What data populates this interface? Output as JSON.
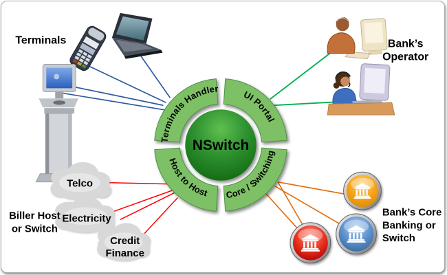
{
  "diagram": {
    "center_label": "NSwitch",
    "segments": [
      {
        "label": "Terminals Handler"
      },
      {
        "label": "UI Portal"
      },
      {
        "label": "Host to Host"
      },
      {
        "label": "Core / Switching"
      }
    ],
    "groups": {
      "terminals": {
        "label": "Terminals",
        "devices": [
          "laptop",
          "pos-terminal",
          "kiosk"
        ]
      },
      "operators": {
        "label_lines": [
          "Bank’s",
          "Operator"
        ],
        "figures": [
          "bank-operator-man",
          "bank-operator-woman"
        ]
      },
      "billers": {
        "label_lines": [
          "Biller Host",
          "or Switch"
        ],
        "clouds": [
          {
            "lines": [
              "Telco"
            ]
          },
          {
            "lines": [
              "Electricity"
            ]
          },
          {
            "lines": [
              "Credit",
              "Finance"
            ]
          }
        ]
      },
      "core_banking": {
        "label_lines": [
          "Bank’s Core",
          "Banking or",
          "Switch"
        ],
        "bank_nodes": [
          "orange",
          "blue",
          "red"
        ]
      }
    },
    "colors": {
      "line-terminals": "#2E5C9E",
      "line-operators": "#00B050",
      "line-billers": "#FF0000",
      "line-core": "#E36C0A",
      "ring-band": "#7EC066",
      "ring-band-edge": "#4C8F44",
      "center-light": "#5FC050",
      "center-dark": "#0F660F",
      "cloud-fill": "#D8D8D8",
      "bank-orange": "#F6A31C",
      "bank-blue": "#5E92CE",
      "bank-red": "#E7331F",
      "label-color": "#000000"
    }
  }
}
